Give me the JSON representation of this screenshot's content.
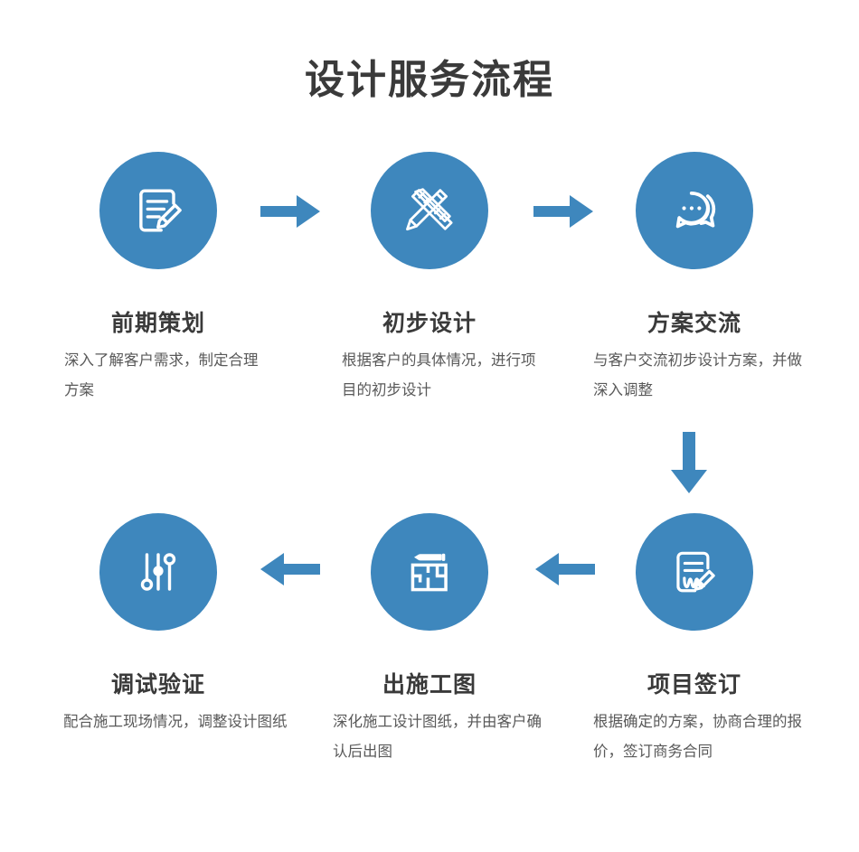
{
  "header": {
    "title": "设计服务流程"
  },
  "theme": {
    "accent": "#3e87bd",
    "title_color": "#3a3a3a",
    "desc_color": "#595959",
    "background": "#ffffff"
  },
  "flow": {
    "steps": [
      {
        "id": 1,
        "icon": "document-edit-icon",
        "title": "前期策划",
        "desc": "深入了解客户需求，制定合理方案"
      },
      {
        "id": 2,
        "icon": "pencil-ruler-icon",
        "title": "初步设计",
        "desc": "根据客户的具体情况，进行项目的初步设计"
      },
      {
        "id": 3,
        "icon": "chat-bubbles-icon",
        "title": "方案交流",
        "desc": "与客户交流初步设计方案，并做深入调整"
      },
      {
        "id": 4,
        "icon": "contract-sign-icon",
        "title": "项目签订",
        "desc": "根据确定的方案，协商合理的报价，签订商务合同"
      },
      {
        "id": 5,
        "icon": "floorplan-pencil-icon",
        "title": "出施工图",
        "desc": "深化施工设计图纸，并由客户确认后出图"
      },
      {
        "id": 6,
        "icon": "sliders-icon",
        "title": "调试验证",
        "desc": "配合施工现场情况，调整设计图纸"
      }
    ],
    "arrows": [
      {
        "id": 1,
        "direction": "right",
        "name": "arrow-right-step1-step2"
      },
      {
        "id": 2,
        "direction": "right",
        "name": "arrow-right-step2-step3"
      },
      {
        "id": 3,
        "direction": "down",
        "name": "arrow-down-step3-step4"
      },
      {
        "id": 4,
        "direction": "left",
        "name": "arrow-left-step4-step5"
      },
      {
        "id": 5,
        "direction": "left",
        "name": "arrow-left-step5-step6"
      }
    ]
  }
}
